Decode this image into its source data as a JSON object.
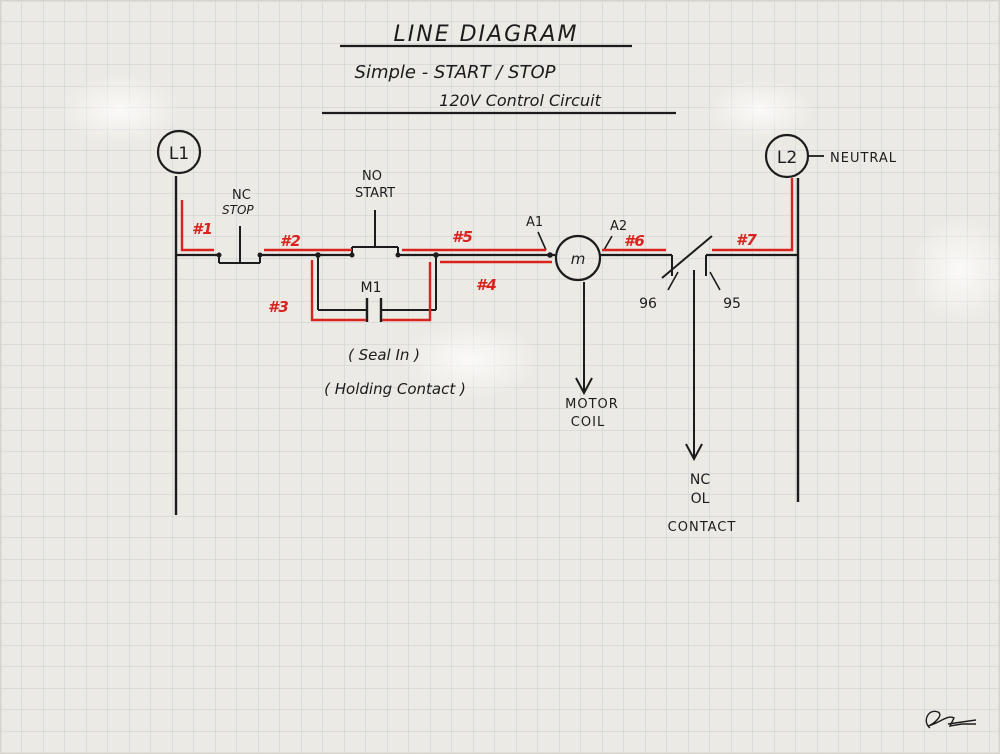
{
  "title": "LINE DIAGRAM",
  "subtitle_1": "Simple - START / STOP",
  "subtitle_2": "120V Control Circuit",
  "terminals": {
    "l1": "L1",
    "l2": "L2",
    "neutral": "NEUTRAL"
  },
  "components": {
    "stop_type": "NC",
    "stop_name": "STOP",
    "start_type": "NO",
    "start_name": "START",
    "seal_contact": "M1",
    "coil": "m",
    "coil_a1": "A1",
    "coil_a2": "A2",
    "ol_96": "96",
    "ol_95": "95"
  },
  "wires": {
    "w1": "#1",
    "w2": "#2",
    "w3": "#3",
    "w4": "#4",
    "w5": "#5",
    "w6": "#6",
    "w7": "#7"
  },
  "annotations": {
    "seal_in": "( Seal In )",
    "holding": "( Holding Contact )",
    "motor": "MOTOR",
    "coil": "COIL",
    "ol_nc": "NC",
    "ol_ol": "OL",
    "ol_contact": "CONTACT"
  },
  "colors": {
    "ink": "#1c1c1c",
    "wire_marker": "#d8231f",
    "paper": "#e9e8e2",
    "grid": "#c9cfd4"
  }
}
